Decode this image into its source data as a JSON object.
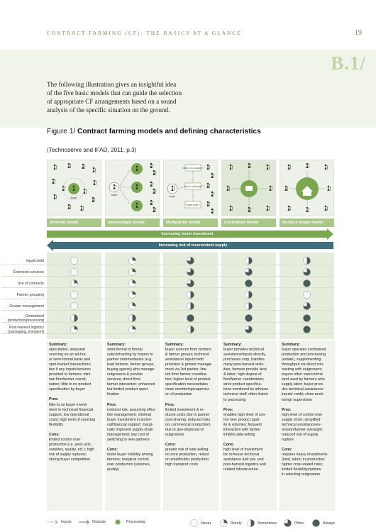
{
  "header": {
    "title": "CONTRACT FARMING (CF): THE BASICS AT A GLANCE",
    "page_number": "19"
  },
  "section_label": "B.1/",
  "intro_lines": [
    "The following illustration gives an insightful idea",
    "of the five basic models that can guide the selection",
    "of appropriate CF arrangements based on a sound",
    "analysis of the specific situation on the ground."
  ],
  "figure": {
    "number": "Figure 1/",
    "title": "Contract farming models and defining characteristics",
    "source": "(Technoserve and IFAD, 2011, p.3)"
  },
  "illustration_labels": {
    "buyer": "buyer",
    "nmo": "NMO/ GOV AGENCY",
    "third_party": "THIRD PARTY",
    "input_supplier": "INPUT SUPPLIER"
  },
  "models": [
    "Informal model",
    "Intermediary model",
    "Multipartite model",
    "Centralized model",
    "Nucleus estate model"
  ],
  "arrows": {
    "investment": "Increasing buyer investment",
    "risk": "Increasing risk of inconsistent supply"
  },
  "characteristics": [
    {
      "label": [
        "Input/credit"
      ],
      "levels": [
        0,
        0.25,
        0.75,
        0.5,
        0.5
      ]
    },
    {
      "label": [
        "Extension services"
      ],
      "levels": [
        0,
        0.25,
        0.75,
        0.75,
        0.75
      ]
    },
    {
      "label": [
        "Use of contracts"
      ],
      "levels": [
        0.25,
        0.25,
        0.75,
        1,
        1
      ]
    },
    {
      "label": [
        "Farmer grouping"
      ],
      "levels": [
        0,
        0.25,
        0.5,
        0.5,
        0
      ]
    },
    {
      "label": [
        "Grower management"
      ],
      "levels": [
        0,
        0.25,
        0.5,
        0.5,
        0.75
      ]
    },
    {
      "label": [
        "Centralized",
        "production/processing"
      ],
      "levels": [
        0.5,
        0.5,
        1,
        1,
        1
      ]
    },
    {
      "label": [
        "Post-harvest logistics",
        "(packaging, transport)"
      ],
      "levels": [
        0.25,
        0.25,
        0.5,
        0.75,
        1
      ]
    }
  ],
  "section_headings": {
    "summary": "Summary:",
    "pros": "Pros:",
    "cons": "Cons:"
  },
  "columns": [
    {
      "summary": [
        "speculative, seasonal",
        "sourcing on an ad-hoc",
        "or semi-formal basis and",
        "spot-market transactions;",
        "few if any inputs/services",
        "provided to farmers; mini-",
        "mal firm/farmer coordi-",
        "nation; little to no product",
        "specification by buyer"
      ],
      "pros": [
        "little to no buyer invest-",
        "ment in technical/ financial",
        "support; low operational",
        "costs; high level of sourcing",
        "flexibility"
      ],
      "cons": [
        "limited control over",
        "production (i.e. prod-ucts,",
        "varieties, quality, etc.); high",
        "risk of supply ruptures;",
        "strong buyer competition"
      ]
    },
    {
      "summary": [
        "semi-formal to formal",
        "subcontracting by buyers to",
        "partner intermediaries (e.g.",
        "lead farmers, farmer groups,",
        "buying agents) who manage",
        "outgrowers & provide",
        "services; direct firm/",
        "farmer interaction; enhanced",
        "but limited product speci-",
        "fication"
      ],
      "pros": [
        "reduced risk, assuming effec-",
        "tive management; minimal",
        "buyer investment in techni-",
        "cal/financial support; margi-",
        "nally improved supply chain",
        "management; low cost of",
        "switching to new partners"
      ],
      "cons": [
        "lower buyer visibility among",
        "farmers; marginal control",
        "over production (volumes,",
        "quality)"
      ]
    },
    {
      "summary": [
        "buyer sources from farmers",
        "& farmer groups; technical",
        "assistance/ input/credit",
        "provision & grower manage-",
        "ment via 3rd parties; limi-",
        "ted firm/ farmer coordina-",
        "tion; higher level of product",
        "specification necessitates",
        "close monitoring/supervisi-",
        "on of production"
      ],
      "pros": [
        "limited investment & re-",
        "duced costs due to partner",
        "cost-sharing; reduced risks",
        "(vs commercial production)",
        "due to geo-dispersal of",
        "outgrowers"
      ],
      "cons": [
        "greater risk of side-selling;",
        "no core production, reliant",
        "on smallholder production;",
        "high transport costs"
      ]
    },
    {
      "summary": [
        "buyer provides technical",
        "assistance/inputs directly,",
        "purchases crop, handles",
        "many post-harvest activ-",
        "ities; farmers provide land",
        "& labor; high degree of",
        "firm/farmer coordination;",
        "strict product specifica-",
        "tions monitored by inhouse",
        "technical staff; often linked",
        "to processing"
      ],
      "pros": [
        "enables high level of con-",
        "trol over product qual-",
        "ity & volumes; frequent",
        "interaction with farmer",
        "inhibits side-selling"
      ],
      "cons": [
        "high level of investment",
        "for in-house technical",
        "assistance and pre- and",
        "post-harvest logistics and",
        "related infrastructure"
      ]
    },
    {
      "summary": [
        "buyer operates centralized",
        "production and processing",
        "(estate), supplementing",
        "throughput via direct con-",
        "tracting with outgrowers;",
        "buyers often own/control",
        "land used by farmers who",
        "supply labor; buyer provi-",
        "des technical assistance/",
        "inputs/ credit; close moni-",
        "toring/ supervision"
      ],
      "pros": [
        "high level of control over",
        "supply chain; simplified",
        "technical assistance/ex-",
        "tension/farmer oversight;",
        "reduced risk of supply",
        "rupture"
      ],
      "cons": [
        "requires heavy investments",
        "(land, labor) in production;",
        "higher crop-related risks;",
        "limited flexibility/options",
        "in selecting outgrowers"
      ]
    }
  ],
  "legend": {
    "inputs": "Inputs",
    "outputs": "Outputs",
    "processing": "Processing",
    "never": "Never",
    "rarely": "Rarely",
    "sometimes": "Sometimes",
    "often": "Often",
    "always": "Always"
  },
  "colors": {
    "accent": "#6f8a4f",
    "model_header": "#a9c786",
    "investment_arrow": "#7aa84e",
    "risk_arrow": "#3f6f7d",
    "pie_fill": "#4a5a54"
  }
}
